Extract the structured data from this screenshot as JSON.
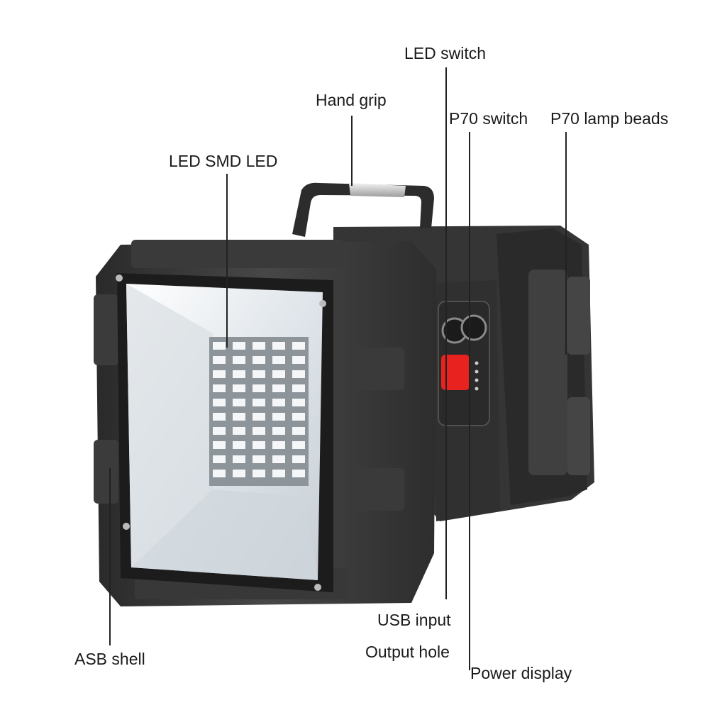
{
  "labels": {
    "led_switch": "LED switch",
    "hand_grip": "Hand grip",
    "p70_switch": "P70 switch",
    "p70_lamp_beads": "P70 lamp beads",
    "led_smd_led": "LED SMD LED",
    "usb_input": "USB input",
    "output_hole": "Output hole",
    "power_display": "Power display",
    "asb_shell": "ASB shell"
  },
  "colors": {
    "body_dark": "#2b2b2b",
    "body_mid": "#3d3d3d",
    "body_light": "#555555",
    "lens": "#e9eef2",
    "led_chip": "#f4f6f8",
    "power_button": "#e8231f",
    "leader_line": "#222222"
  }
}
